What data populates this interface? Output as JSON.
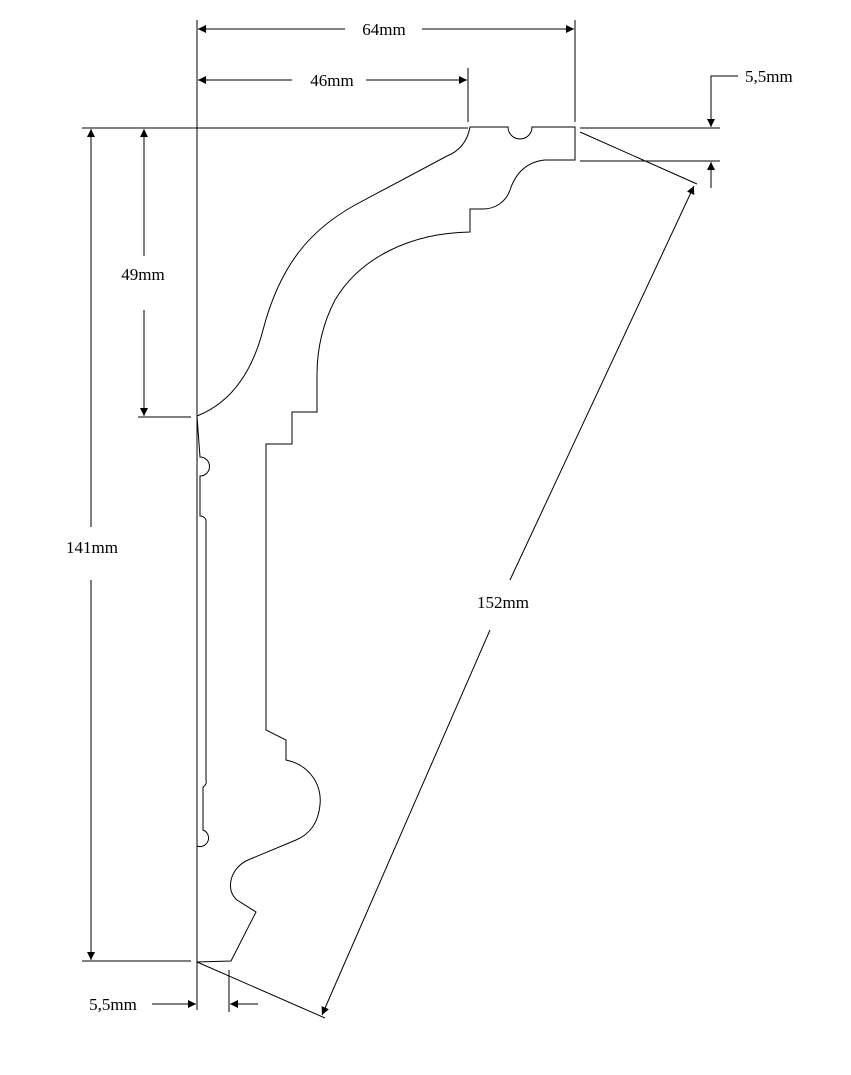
{
  "dimensions": {
    "total_width": "64mm",
    "top_projection": "46mm",
    "top_lip": "5,5mm",
    "top_curve_height": "49mm",
    "total_height": "141mm",
    "diagonal": "152mm",
    "bottom_lip": "5,5mm"
  },
  "colors": {
    "ink": "#000000",
    "background": "#ffffff"
  }
}
